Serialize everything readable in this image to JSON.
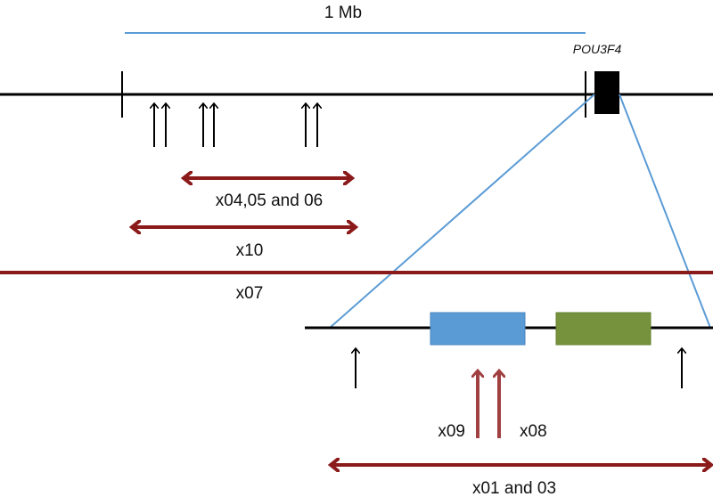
{
  "scale": {
    "label": "1 Mb",
    "color": "#5b9bd5"
  },
  "gene": {
    "name": "POU3F4"
  },
  "colors": {
    "chromosome": "#000000",
    "deletion": "#8b1a1a",
    "zoom": "#5b9bd5",
    "box_blue": "#5b9bd5",
    "box_green": "#76923c",
    "arrow_black": "#000000",
    "arrow_red": "#a04040"
  },
  "deletions": {
    "x04_05_06": "x04,05 and 06",
    "x10": "x10",
    "x07": "x07",
    "x01_03": "x01 and 03"
  },
  "breakpoints": {
    "x09": "x09",
    "x08": "x08"
  }
}
